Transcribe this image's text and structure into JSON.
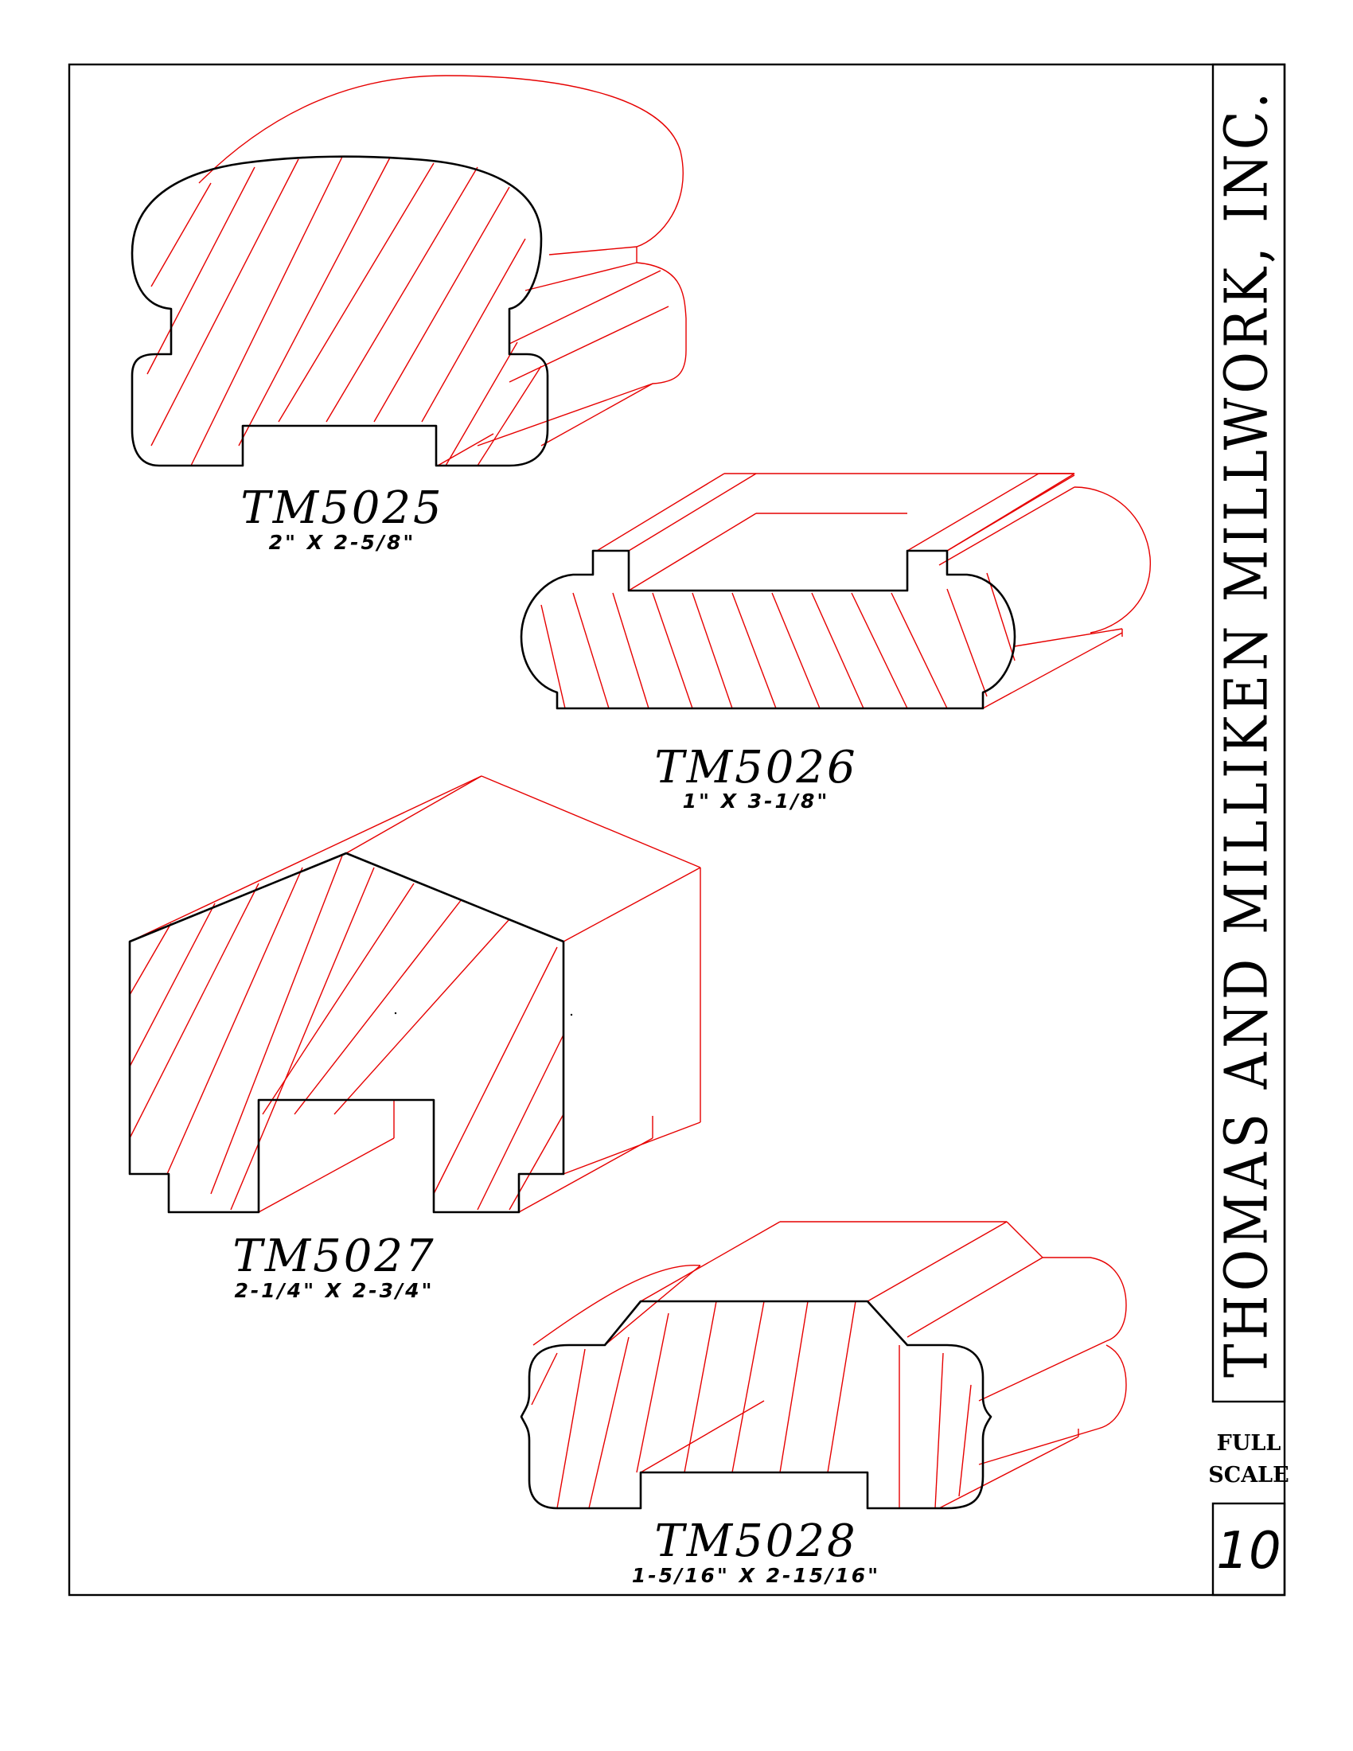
{
  "title_block": {
    "company": "THOMAS AND MILLIKEN MILLWORK, INC.",
    "scale_line1": "FULL",
    "scale_line2": "SCALE",
    "page_number": "10"
  },
  "profiles": [
    {
      "part_number": "TM5025",
      "dimensions": "2\"  X  2-5/8\""
    },
    {
      "part_number": "TM5026",
      "dimensions": "1\"  X  3-1/8\""
    },
    {
      "part_number": "TM5027",
      "dimensions": "2-1/4\"  X  2-3/4\""
    },
    {
      "part_number": "TM5028",
      "dimensions": "1-5/16\"  X  2-15/16\""
    }
  ],
  "colors": {
    "outline": "#000000",
    "grain_and_depth": "#e60000"
  }
}
